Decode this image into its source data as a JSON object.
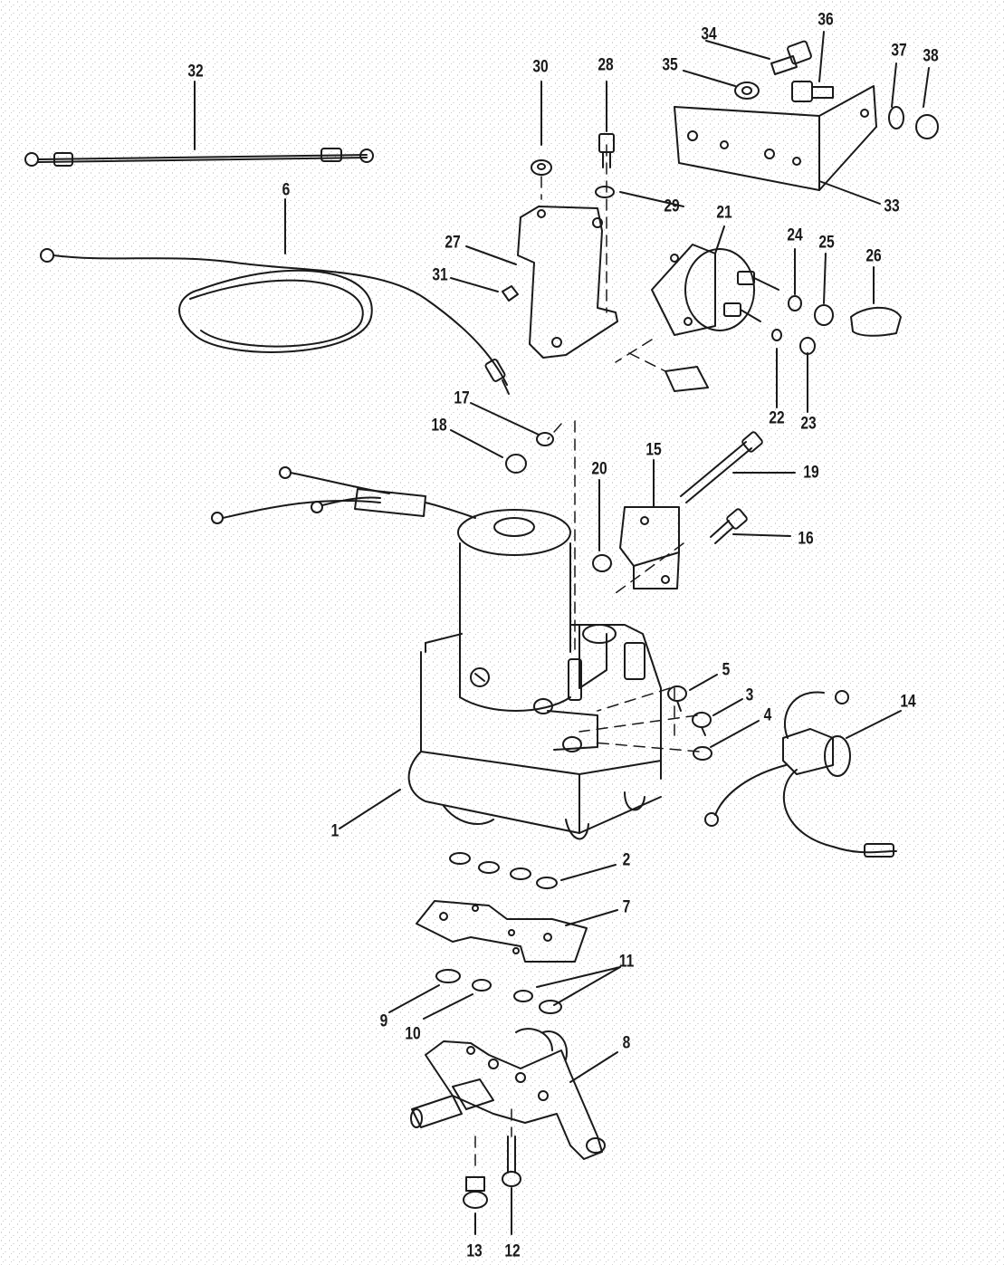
{
  "figure": {
    "kind": "exploded parts diagram",
    "ink_color": "#1a1a1a",
    "paper_color": "#ffffff"
  },
  "callouts": [
    "1",
    "2",
    "3",
    "4",
    "5",
    "6",
    "7",
    "8",
    "9",
    "10",
    "11",
    "12",
    "13",
    "14",
    "15",
    "16",
    "17",
    "18",
    "19",
    "20",
    "21",
    "22",
    "23",
    "24",
    "25",
    "26",
    "27",
    "28",
    "29",
    "30",
    "31",
    "32",
    "33",
    "34",
    "35",
    "36",
    "37",
    "38"
  ]
}
